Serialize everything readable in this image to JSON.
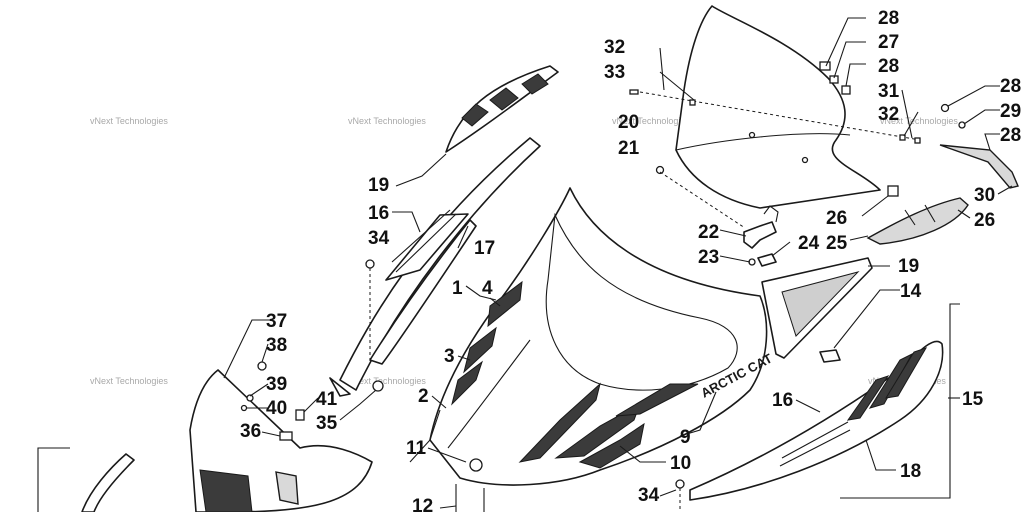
{
  "diagram": {
    "callouts": [
      "28",
      "27",
      "28",
      "32",
      "33",
      "31",
      "32",
      "28",
      "29",
      "28",
      "20",
      "21",
      "30",
      "26",
      "26",
      "25",
      "22",
      "24",
      "23",
      "19",
      "19",
      "16",
      "34",
      "17",
      "1",
      "4",
      "14",
      "15",
      "37",
      "38",
      "39",
      "40",
      "36",
      "41",
      "35",
      "3",
      "2",
      "11",
      "9",
      "10",
      "16",
      "18",
      "34",
      "12"
    ],
    "brand_label": "ARCTIC CAT",
    "watermark_text": "vNext Technologies"
  }
}
